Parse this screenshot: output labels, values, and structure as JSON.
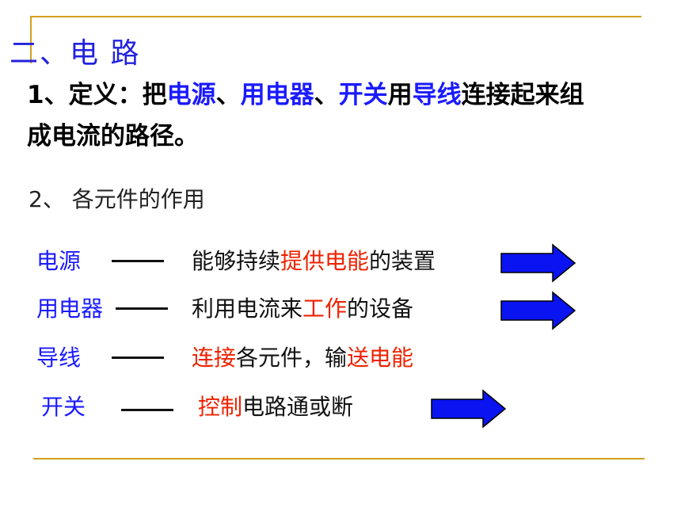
{
  "heading": "二、电  路",
  "definition": {
    "prefix": "1、定义：把",
    "t1": "电源",
    "sep1": "、",
    "t2": "用电器",
    "sep2": "、",
    "t3": "开关",
    "mid": "用",
    "t4": "导线",
    "suffix": "连接起来组成电流的路径。"
  },
  "subheading": "2、 各元件的作用",
  "components": [
    {
      "name": "电源",
      "desc": [
        {
          "text": "能够持续",
          "red": false
        },
        {
          "text": "提供电能",
          "red": true
        },
        {
          "text": "的装置",
          "red": false
        }
      ],
      "arrow": true
    },
    {
      "name": "用电器",
      "desc": [
        {
          "text": "利用电流来",
          "red": false
        },
        {
          "text": "工作",
          "red": true
        },
        {
          "text": "的设备",
          "red": false
        }
      ],
      "arrow": true
    },
    {
      "name": "导线",
      "desc": [
        {
          "text": "连接",
          "red": true
        },
        {
          "text": "各元件，输",
          "red": false
        },
        {
          "text": "送电能",
          "red": true
        }
      ],
      "arrow": false
    },
    {
      "name": "开关",
      "desc": [
        {
          "text": "控制",
          "red": true
        },
        {
          "text": "电路通或断",
          "red": false
        }
      ],
      "arrow": true
    }
  ],
  "colors": {
    "blue": "#1a1aff",
    "red": "#ee2200",
    "rule": "#d4a01c",
    "arrow_fill": "#0a14f0"
  }
}
